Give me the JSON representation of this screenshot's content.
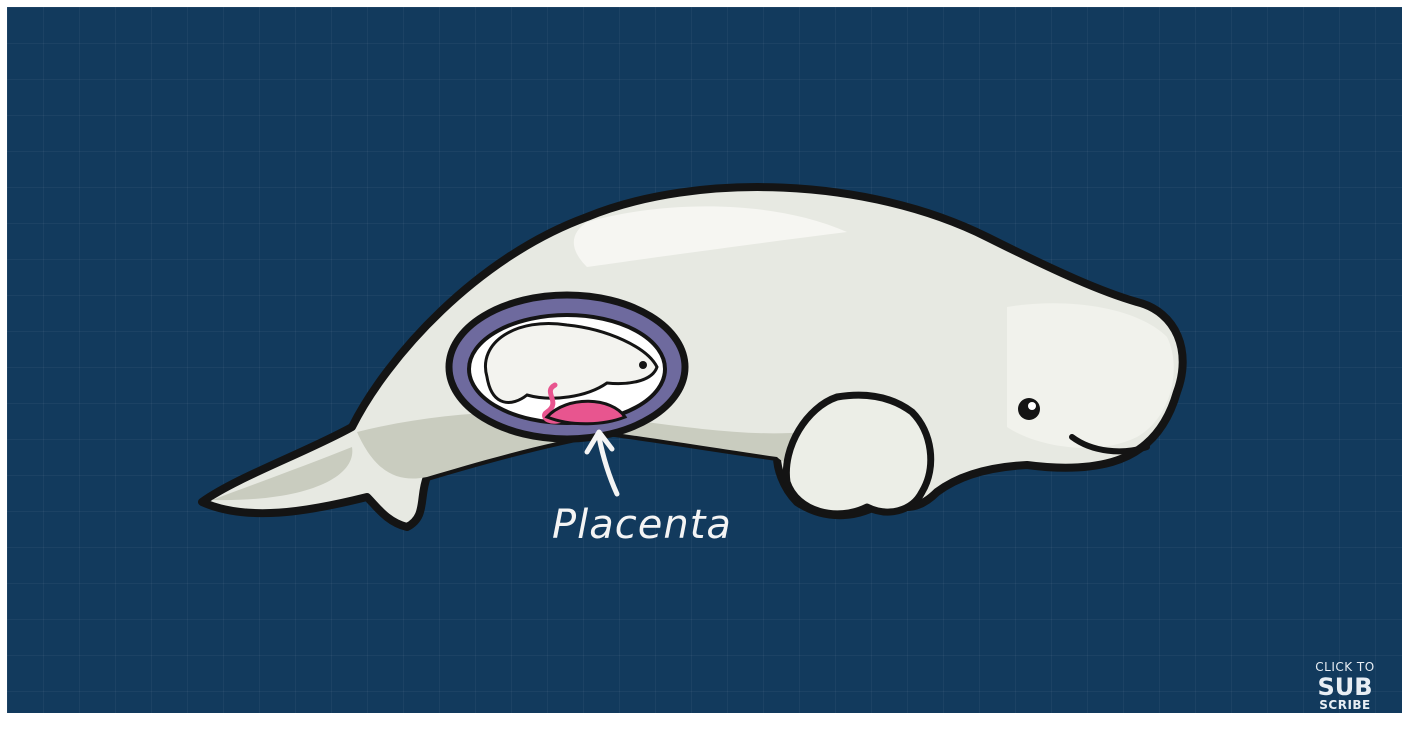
{
  "diagram": {
    "label": "Placenta"
  },
  "subscribe": {
    "line1": "CLICK TO",
    "line2": "SUB",
    "line3": "SCRIBE"
  },
  "colors": {
    "background": "#123a5d",
    "whale_body": "#e7e9e2",
    "whale_shade": "#c9ccbf",
    "outline": "#141414",
    "uterus": "#6e6a9e",
    "placenta": "#e8558f",
    "label_text": "#f4f4f4"
  },
  "icons": {
    "arrow": "up-arrow",
    "eye": "eye-dot"
  }
}
